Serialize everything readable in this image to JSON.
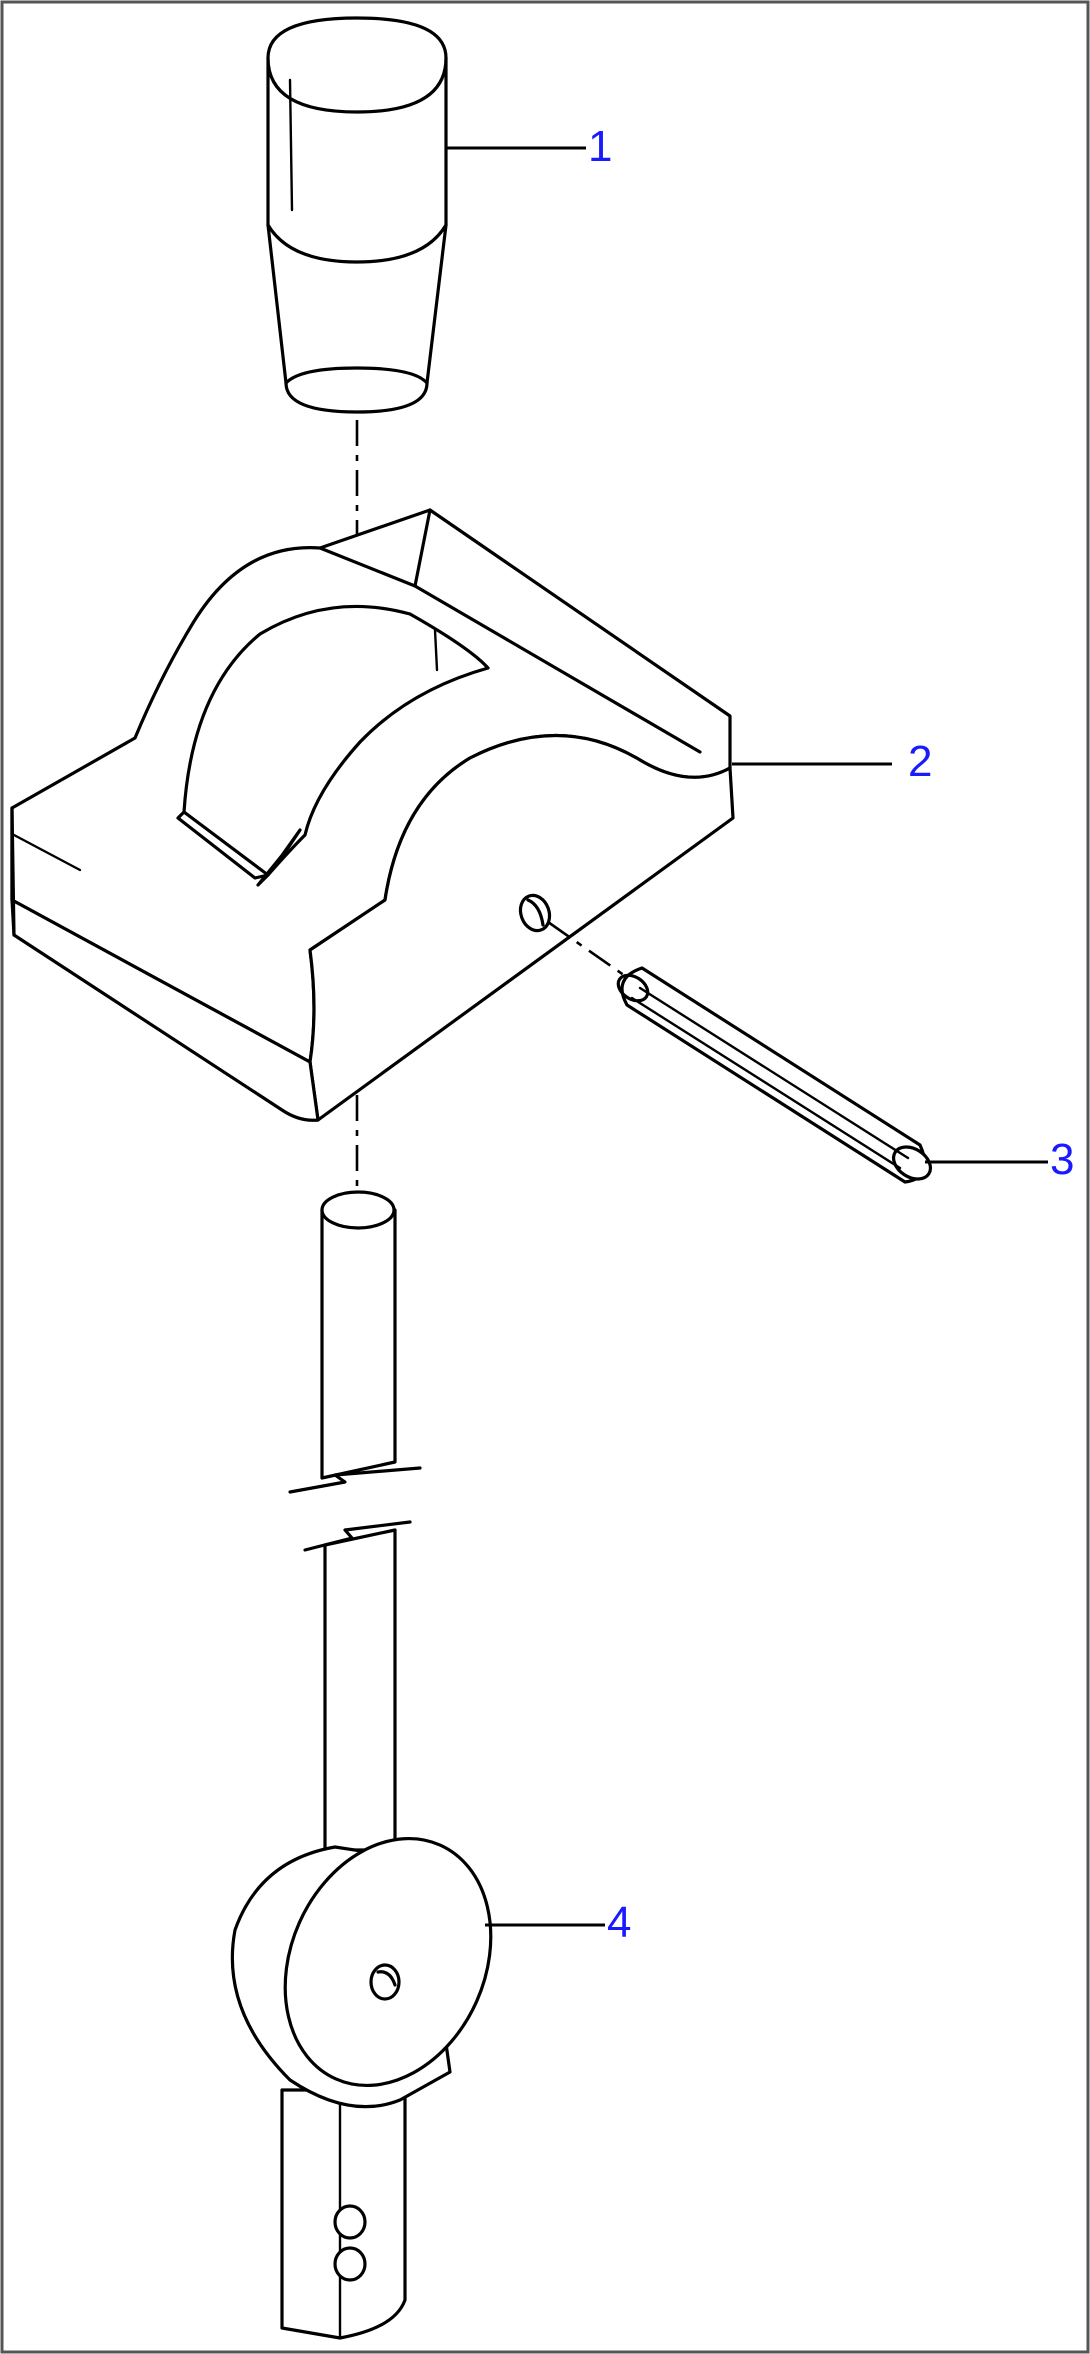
{
  "diagram": {
    "callouts": [
      {
        "id": "1",
        "label": "1"
      },
      {
        "id": "2",
        "label": "2"
      },
      {
        "id": "3",
        "label": "3"
      },
      {
        "id": "4",
        "label": "4"
      }
    ],
    "colors": {
      "line": "#000000",
      "callout_text": "#1a1aff",
      "background": "#ffffff",
      "frame": "#555555"
    }
  }
}
